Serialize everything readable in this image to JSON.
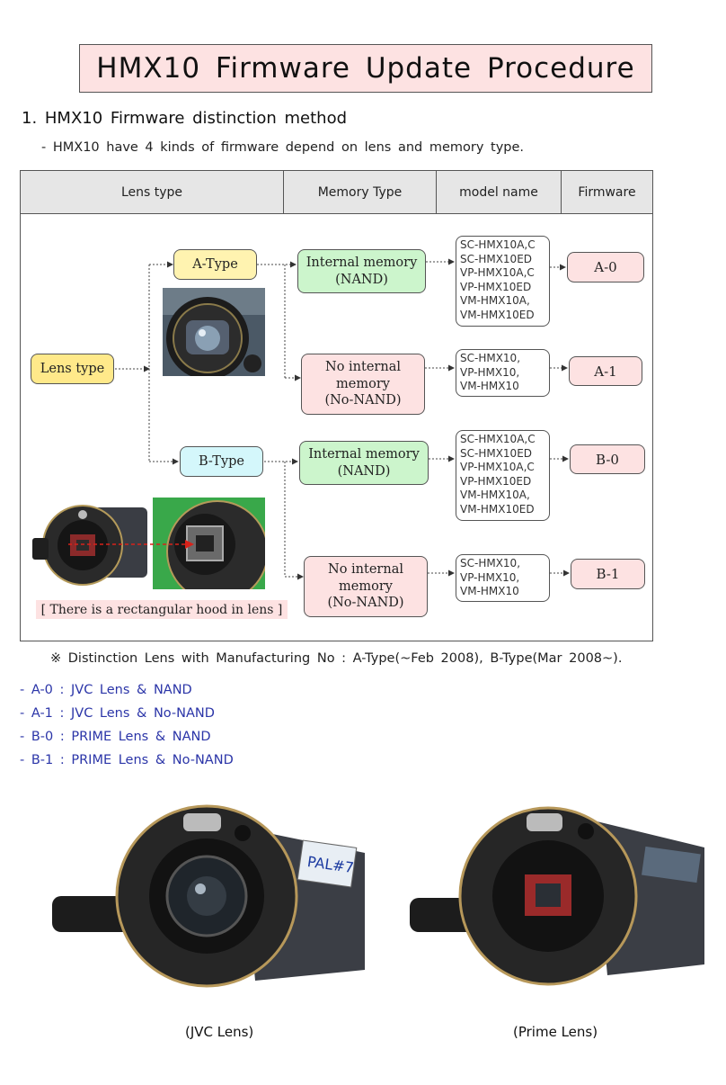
{
  "title": "HMX10 Firmware Update Procedure",
  "section1": {
    "heading": "1. HMX10 Firmware distinction method",
    "subtitle": "- HMX10 have 4 kinds of firmware depend on lens and memory type."
  },
  "table_header": [
    "Lens type",
    "Memory Type",
    "model name",
    "Firmware"
  ],
  "diagram": {
    "root": "Lens type",
    "a_type": "A-Type",
    "b_type": "B-Type",
    "internal_memory_line1": "Internal memory",
    "internal_memory_line2": "(NAND)",
    "no_internal_line1": "No internal",
    "no_internal_line2": "memory",
    "no_internal_line3": "(No-NAND)",
    "models_nand": [
      "SC-HMX10A,C",
      "SC-HMX10ED",
      "VP-HMX10A,C",
      "VP-HMX10ED",
      "VM-HMX10A,",
      "VM-HMX10ED"
    ],
    "models_no_nand": [
      "SC-HMX10,",
      "VP-HMX10,",
      "VM-HMX10"
    ],
    "firmware": [
      "A-0",
      "A-1",
      "B-0",
      "B-1"
    ],
    "hood_label": "[ There is a rectangular hood in lens ]"
  },
  "note": "※   Distinction Lens with Manufacturing No :  A-Type(~Feb 2008), B-Type(Mar 2008~).",
  "legend": [
    "- A-0 : JVC Lens & NAND",
    "- A-1 : JVC Lens & No-NAND",
    "- B-0 : PRIME Lens & NAND",
    "- B-1 : PRIME Lens & No-NAND"
  ],
  "captions": {
    "left": "(JVC Lens)",
    "right": "(Prime Lens)"
  },
  "colors": {
    "yellow": "#ffe98a",
    "cyan": "#d4f7fb",
    "green": "#ccf5cc",
    "pink": "#fde2e2",
    "legend_blue": "#2b35a8"
  }
}
